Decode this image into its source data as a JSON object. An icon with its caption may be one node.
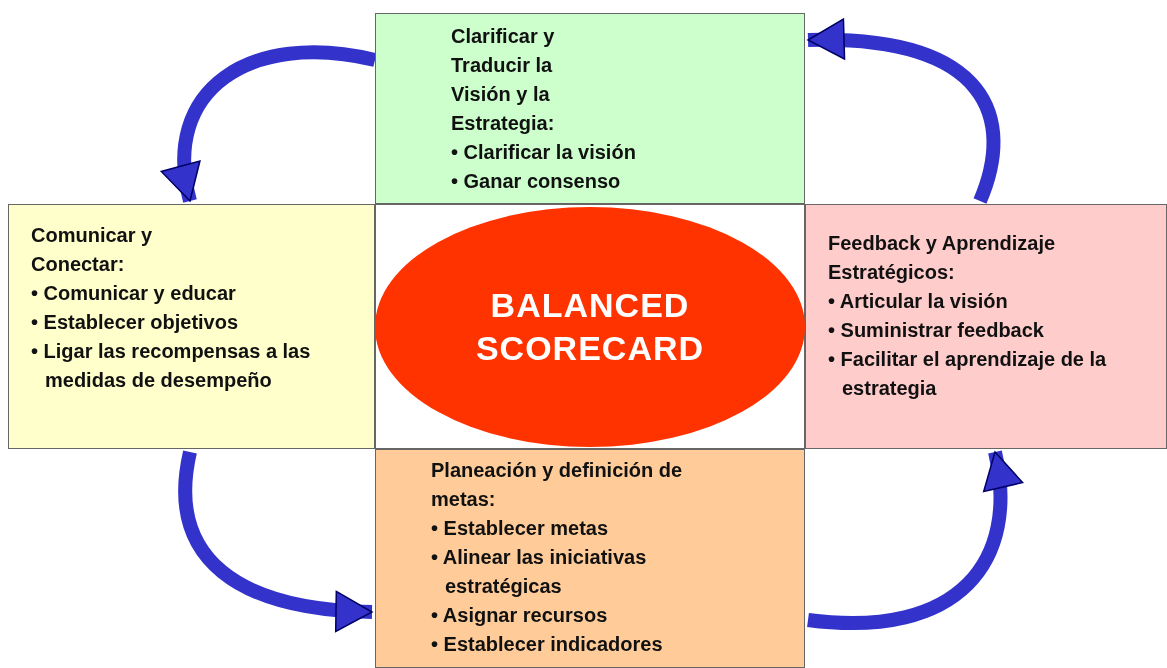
{
  "diagram": {
    "nodes": [
      {
        "text": [
          "Clarificar y Traducir la Visión y la Estrategia:",
          "• Clarificar la visión",
          "• Ganar consenso"
        ]
      },
      {
        "text": [
          "Comunicar y Conectar:",
          "• Comunicar y educar",
          "• Establecer objetivos",
          "• Ligar las recompensas a las medidas de desempeño"
        ]
      },
      {
        "text": [
          "BALANCED SCORECARD"
        ]
      },
      {
        "text": [
          "Feedback y Aprendizaje Estratégicos:",
          "• Articular la visión",
          "• Suministrar feedback",
          "• Facilitar el aprendizaje de la estrategia"
        ]
      },
      {
        "text": [
          "Planeación y definición de metas:",
          "• Establecer metas",
          "• Alinear las iniciativas estratégicas",
          "• Asignar recursos",
          "• Establecer indicadores"
        ]
      }
    ],
    "edges": [
      {
        "from": 0,
        "to": 1,
        "arrow": "to"
      },
      {
        "from": 1,
        "to": 4,
        "arrow": "to"
      },
      {
        "from": 4,
        "to": 3,
        "arrow": "to"
      },
      {
        "from": 3,
        "to": 0,
        "arrow": "to"
      }
    ]
  }
}
